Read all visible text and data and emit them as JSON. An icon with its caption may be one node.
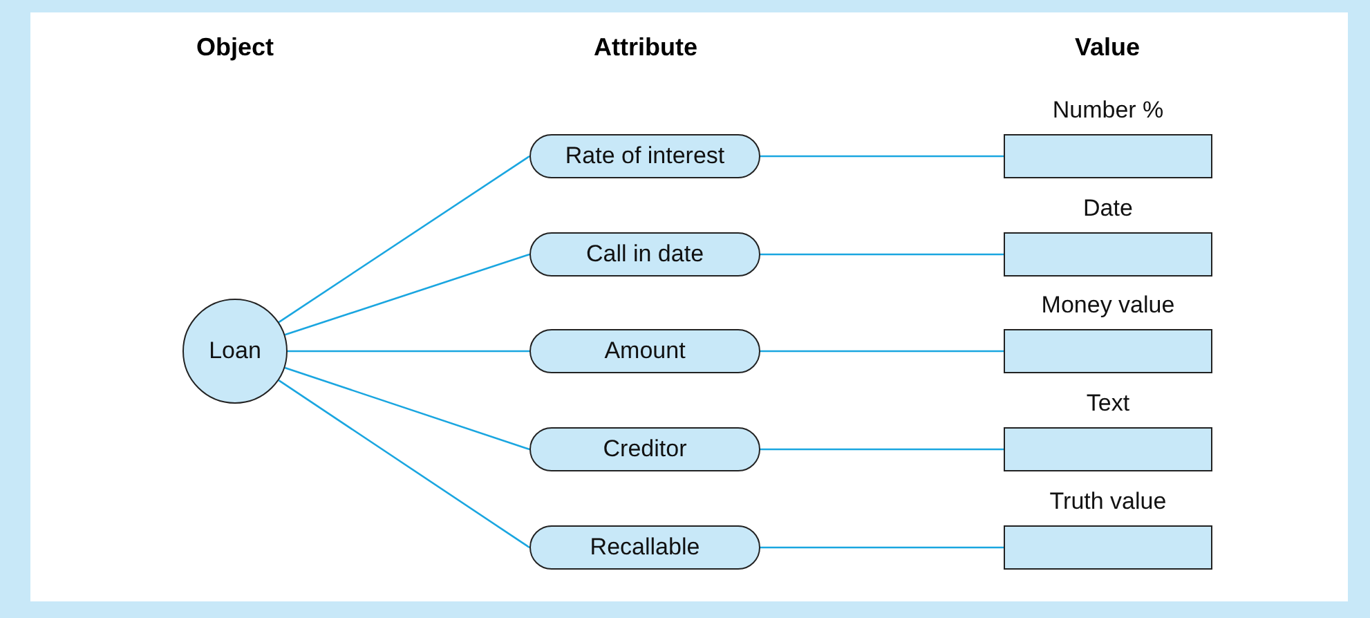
{
  "diagram": {
    "nodes": [
      {
        "text": [
          "Loan"
        ]
      },
      {
        "text": [
          "Rate of interest"
        ]
      },
      {
        "text": [
          "Call in date"
        ]
      },
      {
        "text": [
          "Amount"
        ]
      },
      {
        "text": [
          "Creditor"
        ]
      },
      {
        "text": [
          "Recallable"
        ]
      },
      {
        "text": [
          "Number %"
        ]
      },
      {
        "text": [
          "Date"
        ]
      },
      {
        "text": [
          "Money value"
        ]
      },
      {
        "text": [
          "Text"
        ]
      },
      {
        "text": [
          "Truth value"
        ]
      }
    ],
    "edges": [
      {
        "from": 0,
        "to": 1,
        "arrow": "none"
      },
      {
        "from": 0,
        "to": 2,
        "arrow": "none"
      },
      {
        "from": 0,
        "to": 3,
        "arrow": "none"
      },
      {
        "from": 0,
        "to": 4,
        "arrow": "none"
      },
      {
        "from": 0,
        "to": 5,
        "arrow": "none"
      },
      {
        "from": 1,
        "to": 6,
        "arrow": "none"
      },
      {
        "from": 2,
        "to": 7,
        "arrow": "none"
      },
      {
        "from": 3,
        "to": 8,
        "arrow": "none"
      },
      {
        "from": 4,
        "to": 9,
        "arrow": "none"
      },
      {
        "from": 5,
        "to": 10,
        "arrow": "none"
      }
    ],
    "labels": [
      "Object",
      "Attribute",
      "Value"
    ]
  }
}
